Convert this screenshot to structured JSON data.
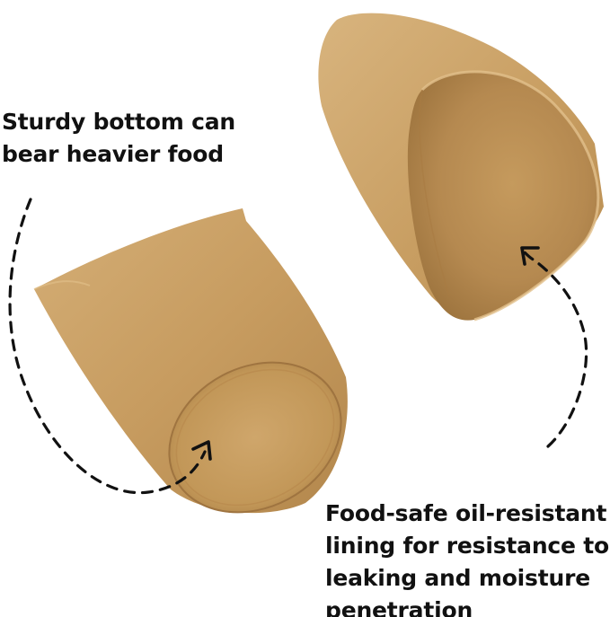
{
  "captions": {
    "sturdy_bottom": {
      "lines": [
        "Sturdy bottom can",
        "bear heavier food"
      ]
    },
    "lining": {
      "lines": [
        "Food-safe oil-resistant",
        "lining for resistance to",
        "leaking and moisture",
        "penetration"
      ]
    }
  },
  "colors": {
    "background": "#ffffff",
    "kraft_outer": "#c49a5e",
    "kraft_outer_light": "#d5b07a",
    "kraft_inner": "#b98d52",
    "kraft_inner_dark": "#a47a40",
    "arrow": "#111111",
    "text": "#111111"
  },
  "icons": {
    "arrow_to_bottom": "dashed-arrow-icon",
    "arrow_to_lining": "dashed-arrow-icon"
  }
}
